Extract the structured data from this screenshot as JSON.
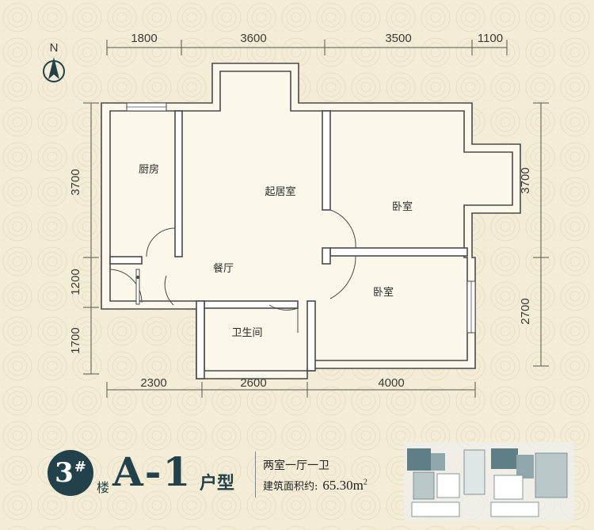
{
  "compass": {
    "label": "N"
  },
  "dims": {
    "top": [
      "1800",
      "3600",
      "3500",
      "1100"
    ],
    "bottom": [
      "2300",
      "2600",
      "4000"
    ],
    "left": [
      "3700",
      "1200",
      "1700"
    ],
    "right": [
      "3700",
      "2700"
    ]
  },
  "rooms": {
    "kitchen": "厨房",
    "living": "起居室",
    "dining": "餐厅",
    "bedroom_1": "卧室",
    "bedroom_2": "卧室",
    "bathroom": "卫生间"
  },
  "footer": {
    "building_number": "3",
    "building_symbol": "#",
    "building_suffix": "楼",
    "unit_type": "A-1",
    "unit_suffix": "户型",
    "layout": "两室一厅一卫",
    "area_label": "建筑面积约:",
    "area_value": "65.30m",
    "area_unit_sup": "2"
  },
  "colors": {
    "background": "#f3ecd6",
    "accent": "#23414a",
    "wall_stroke": "#4a4a4a",
    "keyplan_teal": "#5f7f86"
  }
}
